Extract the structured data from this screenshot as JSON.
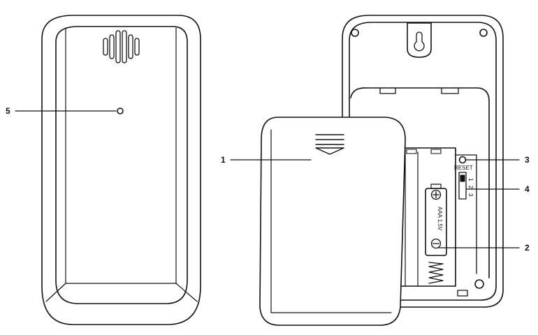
{
  "callouts": [
    {
      "id": "1",
      "label": "1"
    },
    {
      "id": "2",
      "label": "2"
    },
    {
      "id": "3",
      "label": "3"
    },
    {
      "id": "4",
      "label": "4"
    },
    {
      "id": "5",
      "label": "5"
    }
  ],
  "labels": {
    "reset": "RESET",
    "battery": "AAA 1.5V",
    "switch_1": "1",
    "switch_2": "2",
    "switch_3": "3"
  },
  "colors": {
    "line": "#111111",
    "background": "#ffffff"
  }
}
